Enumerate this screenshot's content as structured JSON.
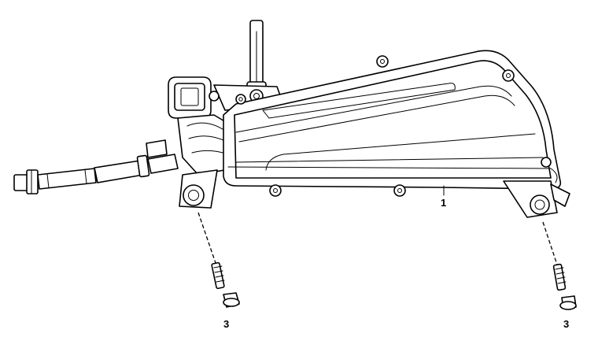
{
  "callouts": {
    "part_1": "1",
    "part_3_left": "3",
    "part_3_right": "3"
  }
}
